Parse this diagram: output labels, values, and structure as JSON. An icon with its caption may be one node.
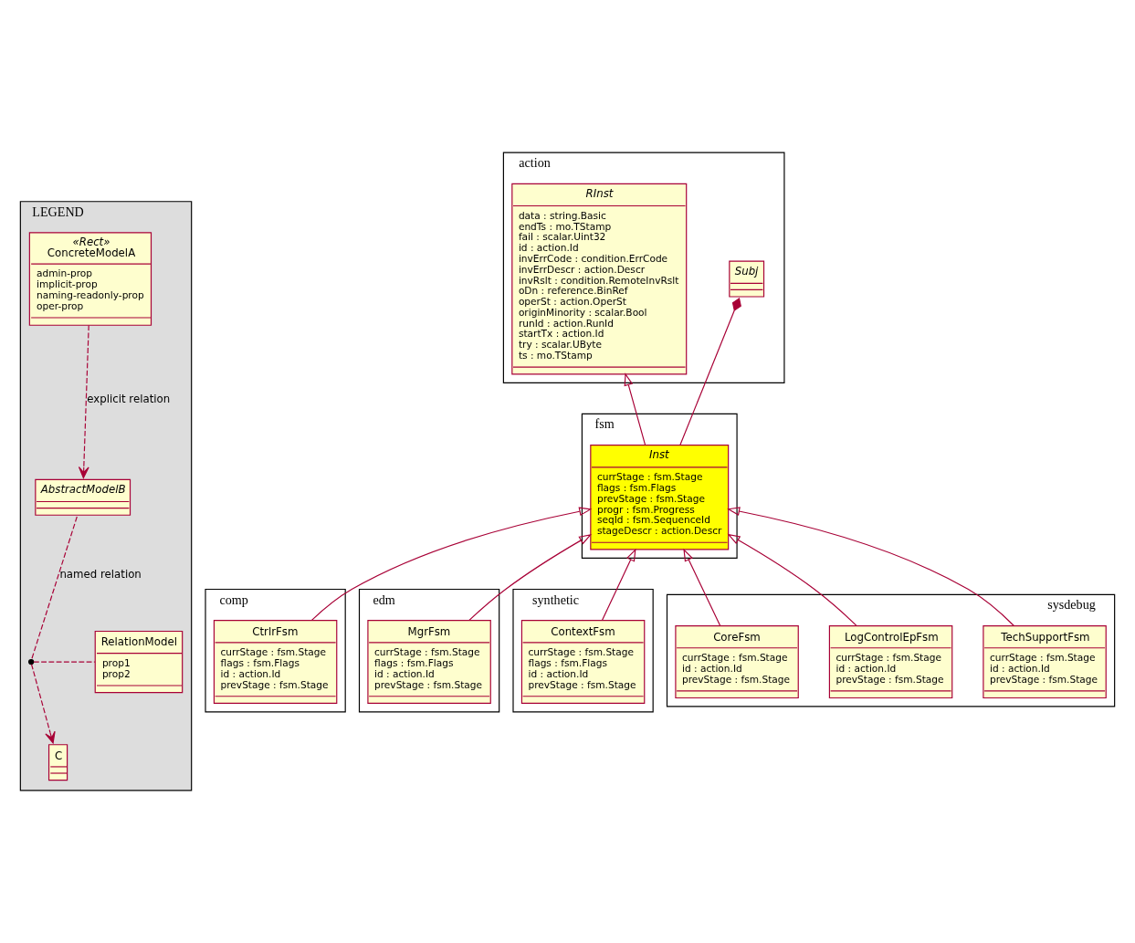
{
  "diagram": {
    "nodes": [
      {
        "text": [
          "LEGEND"
        ]
      },
      {
        "text": [
          "«Rect»",
          "ConcreteModelA",
          "admin-prop",
          "implicit-prop",
          "naming-readonly-prop",
          "oper-prop"
        ],
        "in": 0
      },
      {
        "text": [
          "AbstractModelB"
        ],
        "in": 0
      },
      {
        "text": [
          "RelationModel",
          "prop1",
          "prop2"
        ],
        "in": 0
      },
      {
        "text": [],
        "shape": "circle",
        "in": 0
      },
      {
        "text": [
          "C"
        ],
        "in": 0
      },
      {
        "text": [
          "action"
        ]
      },
      {
        "text": [
          "RInst",
          "data : string.Basic",
          "endTs : mo.TStamp",
          "fail : scalar.Uint32",
          "id : action.Id",
          "invErrCode : condition.ErrCode",
          "invErrDescr : action.Descr",
          "invRslt : condition.RemoteInvRslt",
          "oDn : reference.BinRef",
          "operSt : action.OperSt",
          "originMinority : scalar.Bool",
          "runId : action.RunId",
          "startTx : action.Id",
          "try : scalar.UByte",
          "ts : mo.TStamp"
        ],
        "in": 6
      },
      {
        "text": [
          "Subj"
        ],
        "in": 6
      },
      {
        "text": [
          "fsm"
        ]
      },
      {
        "text": [
          "Inst",
          "currStage : fsm.Stage",
          "flags : fsm.Flags",
          "prevStage : fsm.Stage",
          "progr : fsm.Progress",
          "seqId : fsm.SequenceId",
          "stageDescr : action.Descr"
        ],
        "in": 9
      },
      {
        "text": [
          "comp"
        ]
      },
      {
        "text": [
          "CtrlrFsm",
          "currStage : fsm.Stage",
          "flags : fsm.Flags",
          "id : action.Id",
          "prevStage : fsm.Stage"
        ],
        "in": 11
      },
      {
        "text": [
          "edm"
        ]
      },
      {
        "text": [
          "MgrFsm",
          "currStage : fsm.Stage",
          "flags : fsm.Flags",
          "id : action.Id",
          "prevStage : fsm.Stage"
        ],
        "in": 13
      },
      {
        "text": [
          "synthetic"
        ]
      },
      {
        "text": [
          "ContextFsm",
          "currStage : fsm.Stage",
          "flags : fsm.Flags",
          "id : action.Id",
          "prevStage : fsm.Stage"
        ],
        "in": 15
      },
      {
        "text": [
          "sysdebug"
        ]
      },
      {
        "text": [
          "CoreFsm",
          "currStage : fsm.Stage",
          "id : action.Id",
          "prevStage : fsm.Stage"
        ],
        "in": 17
      },
      {
        "text": [
          "LogControlEpFsm",
          "currStage : fsm.Stage",
          "id : action.Id",
          "prevStage : fsm.Stage"
        ],
        "in": 17
      },
      {
        "text": [
          "TechSupportFsm",
          "currStage : fsm.Stage",
          "id : action.Id",
          "prevStage : fsm.Stage"
        ],
        "in": 17
      }
    ],
    "edges": [
      {
        "from": 1,
        "to": 2,
        "arrow": "to",
        "style": "dashed",
        "label": "explicit relation"
      },
      {
        "from": 2,
        "to": 4,
        "arrow": "none",
        "style": "dashed",
        "label": "named relation"
      },
      {
        "from": 4,
        "to": 5,
        "arrow": "to",
        "style": "dashed"
      },
      {
        "from": 3,
        "to": 4,
        "arrow": "none",
        "style": "dashed"
      },
      {
        "from": 10,
        "to": 7,
        "arrow": "to"
      },
      {
        "from": 8,
        "to": 10,
        "arrow": "other"
      },
      {
        "from": 12,
        "to": 10,
        "arrow": "to"
      },
      {
        "from": 14,
        "to": 10,
        "arrow": "to"
      },
      {
        "from": 16,
        "to": 10,
        "arrow": "to"
      },
      {
        "from": 18,
        "to": 10,
        "arrow": "to"
      },
      {
        "from": 19,
        "to": 10,
        "arrow": "to"
      },
      {
        "from": 20,
        "to": 10,
        "arrow": "to"
      }
    ]
  }
}
